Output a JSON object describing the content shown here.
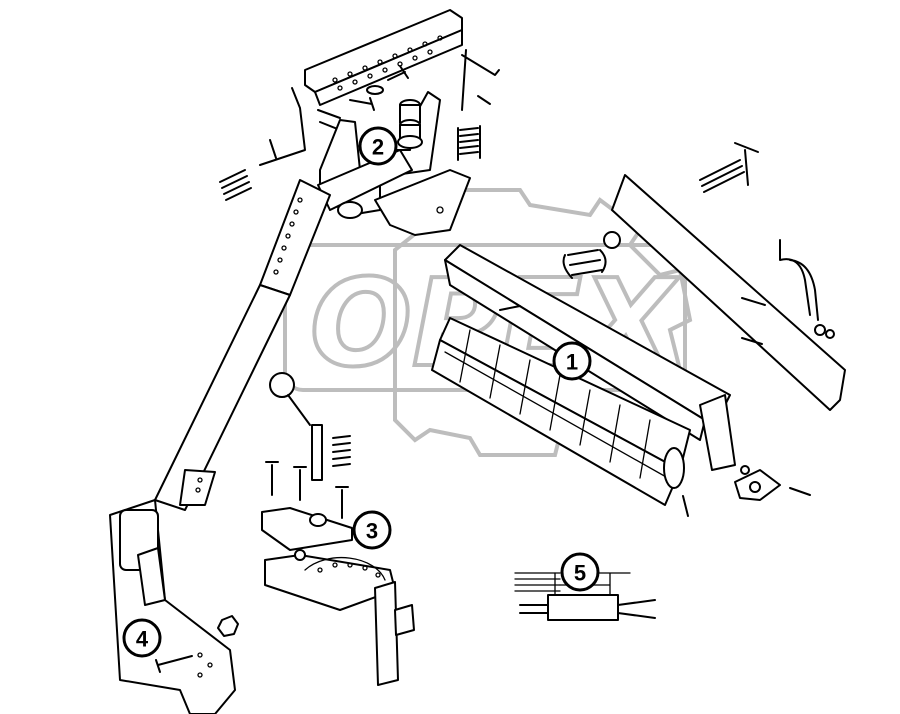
{
  "watermark": {
    "text": "OPEX"
  },
  "callouts": [
    {
      "id": "1",
      "label": "1"
    },
    {
      "id": "2",
      "label": "2"
    },
    {
      "id": "3",
      "label": "3"
    },
    {
      "id": "4",
      "label": "4"
    },
    {
      "id": "5",
      "label": "5"
    }
  ],
  "colors": {
    "line": "#000000",
    "watermark": "#bdbdbd",
    "background": "#ffffff"
  }
}
